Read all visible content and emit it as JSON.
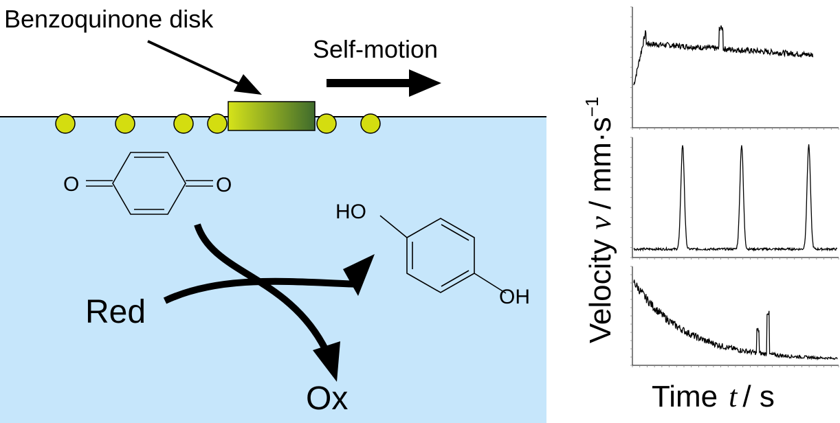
{
  "labels": {
    "disk": "Benzoquinone disk",
    "motion": "Self-motion",
    "red": "Red",
    "ox": "Ox",
    "ho": "HO",
    "oh": "OH",
    "o_left": "O",
    "o_right": "O"
  },
  "axes": {
    "y_label": "Velocity",
    "y_symbol": "v",
    "y_unit": "/ mm·s",
    "y_unit_exp": "−1",
    "x_label": "Time",
    "x_symbol": "t",
    "x_unit": "/ s"
  },
  "colors": {
    "water": "#c6e6fb",
    "particle": "#d4dd10",
    "disk_start": "#d6e31a",
    "disk_end": "#3f6b2c"
  },
  "chart_data": [
    {
      "type": "line",
      "title": "",
      "pattern": "continuous",
      "trace": "rise then fluctuating around a steady value"
    },
    {
      "type": "line",
      "title": "",
      "pattern": "periodic spikes",
      "trace": "three sharp peaks on a low baseline"
    },
    {
      "type": "line",
      "title": "",
      "pattern": "decay",
      "trace": "noisy decay to near zero with two late spikes"
    }
  ]
}
